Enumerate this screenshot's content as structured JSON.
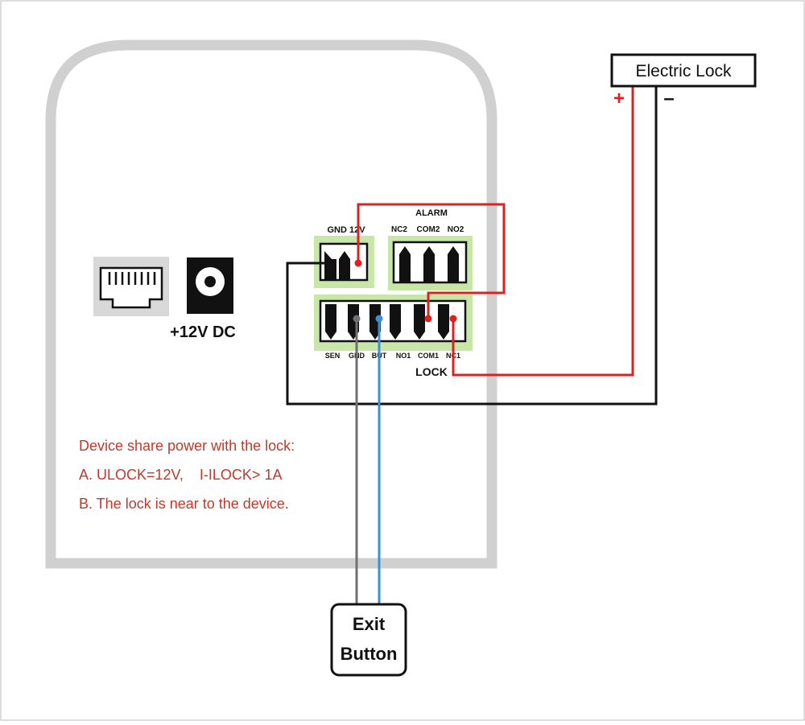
{
  "ports": {
    "dc_label": "+12V DC"
  },
  "power_block": {
    "label": "GND 12V"
  },
  "alarm_block": {
    "title": "ALARM",
    "terminals": [
      "NC2",
      "COM2",
      "NO2"
    ]
  },
  "lock_block": {
    "terminals": [
      "SEN",
      "GND",
      "BUT",
      "NO1",
      "COM1",
      "NC1"
    ],
    "label": "LOCK"
  },
  "electric_lock": {
    "label": "Electric Lock",
    "plus": "+",
    "minus": "–"
  },
  "exit_button": {
    "line1": "Exit",
    "line2": "Button"
  },
  "note": {
    "title": "Device share power with the lock:",
    "line_a": "A. ULOCK=12V,    I-ILOCK> 1A",
    "line_b": "B. The lock is near to the device."
  },
  "colors": {
    "panel": "#d0d0d0",
    "terminal_green": "#c8e6a8",
    "wire_red": "#e02020",
    "wire_black": "#111111",
    "wire_gray": "#707070",
    "wire_blue": "#3a8fd8",
    "note_red": "#c0392b"
  }
}
